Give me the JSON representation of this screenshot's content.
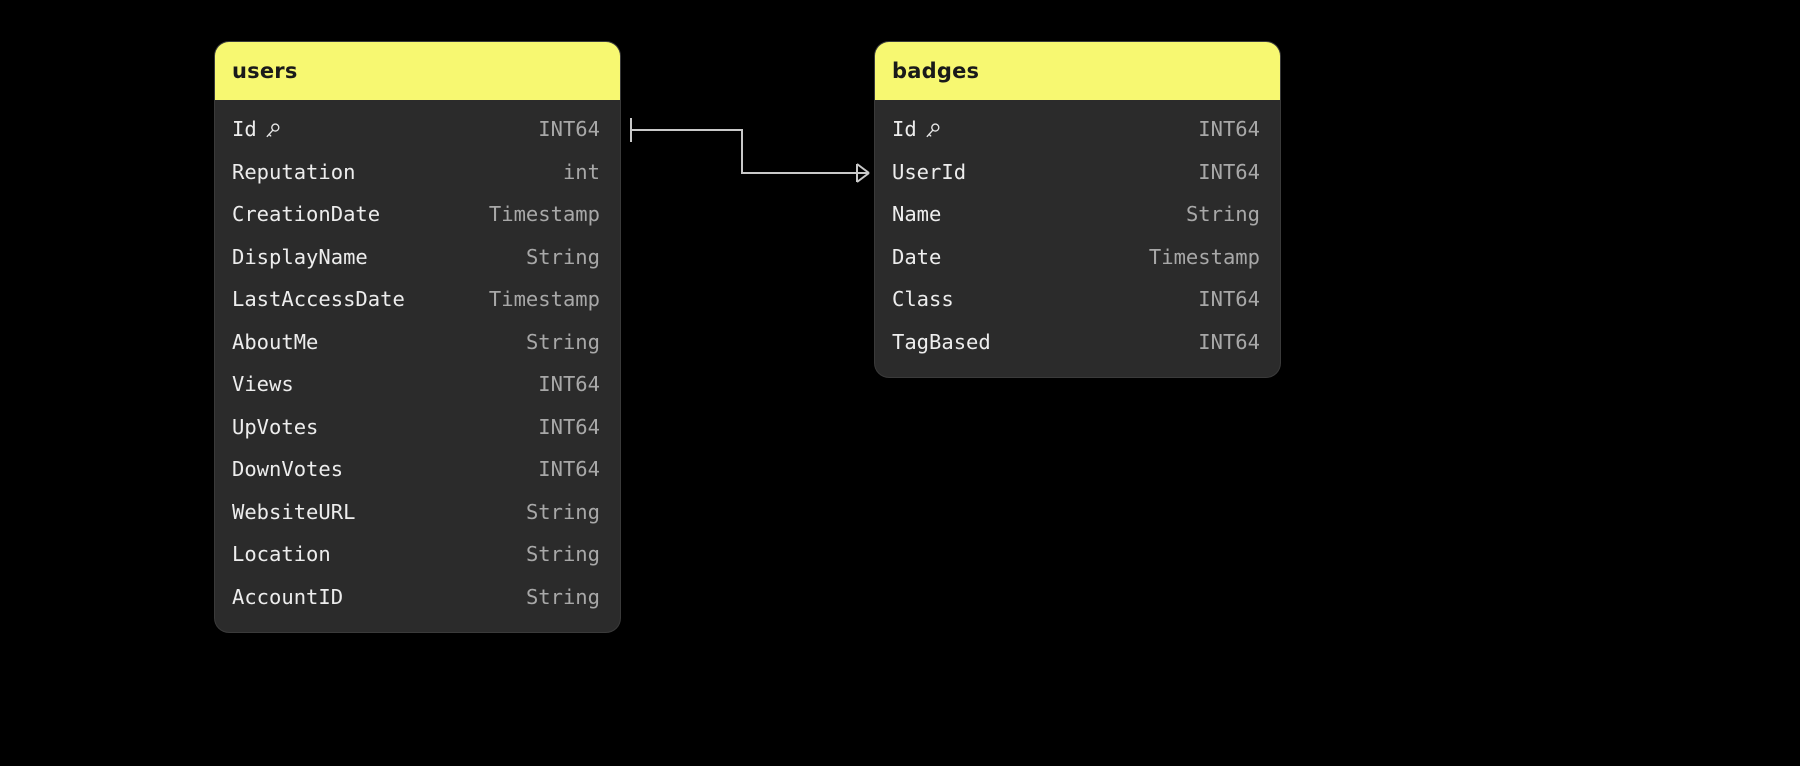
{
  "diagram": {
    "type": "entity-relationship-diagram",
    "background_color": "#000000",
    "header_color": "#f7f871",
    "card_color": "#2b2b2b",
    "field_name_color": "#ededed",
    "field_type_color": "#a8a8a8",
    "connector_color": "#c9c9c9"
  },
  "tables": [
    {
      "name": "users",
      "fields": [
        {
          "name": "Id",
          "type": "INT64",
          "primary_key": true
        },
        {
          "name": "Reputation",
          "type": "int",
          "primary_key": false
        },
        {
          "name": "CreationDate",
          "type": "Timestamp",
          "primary_key": false
        },
        {
          "name": "DisplayName",
          "type": "String",
          "primary_key": false
        },
        {
          "name": "LastAccessDate",
          "type": "Timestamp",
          "primary_key": false
        },
        {
          "name": "AboutMe",
          "type": "String",
          "primary_key": false
        },
        {
          "name": "Views",
          "type": "INT64",
          "primary_key": false
        },
        {
          "name": "UpVotes",
          "type": "INT64",
          "primary_key": false
        },
        {
          "name": "DownVotes",
          "type": "INT64",
          "primary_key": false
        },
        {
          "name": "WebsiteURL",
          "type": "String",
          "primary_key": false
        },
        {
          "name": "Location",
          "type": "String",
          "primary_key": false
        },
        {
          "name": "AccountID",
          "type": "String",
          "primary_key": false
        }
      ]
    },
    {
      "name": "badges",
      "fields": [
        {
          "name": "Id",
          "type": "INT64",
          "primary_key": true
        },
        {
          "name": "UserId",
          "type": "INT64",
          "primary_key": false
        },
        {
          "name": "Name",
          "type": "String",
          "primary_key": false
        },
        {
          "name": "Date",
          "type": "Timestamp",
          "primary_key": false
        },
        {
          "name": "Class",
          "type": "INT64",
          "primary_key": false
        },
        {
          "name": "TagBased",
          "type": "INT64",
          "primary_key": false
        }
      ]
    }
  ],
  "relationships": [
    {
      "from_table": "users",
      "from_field": "Id",
      "to_table": "badges",
      "to_field": "UserId",
      "from_cardinality": "one",
      "to_cardinality": "many"
    }
  ]
}
